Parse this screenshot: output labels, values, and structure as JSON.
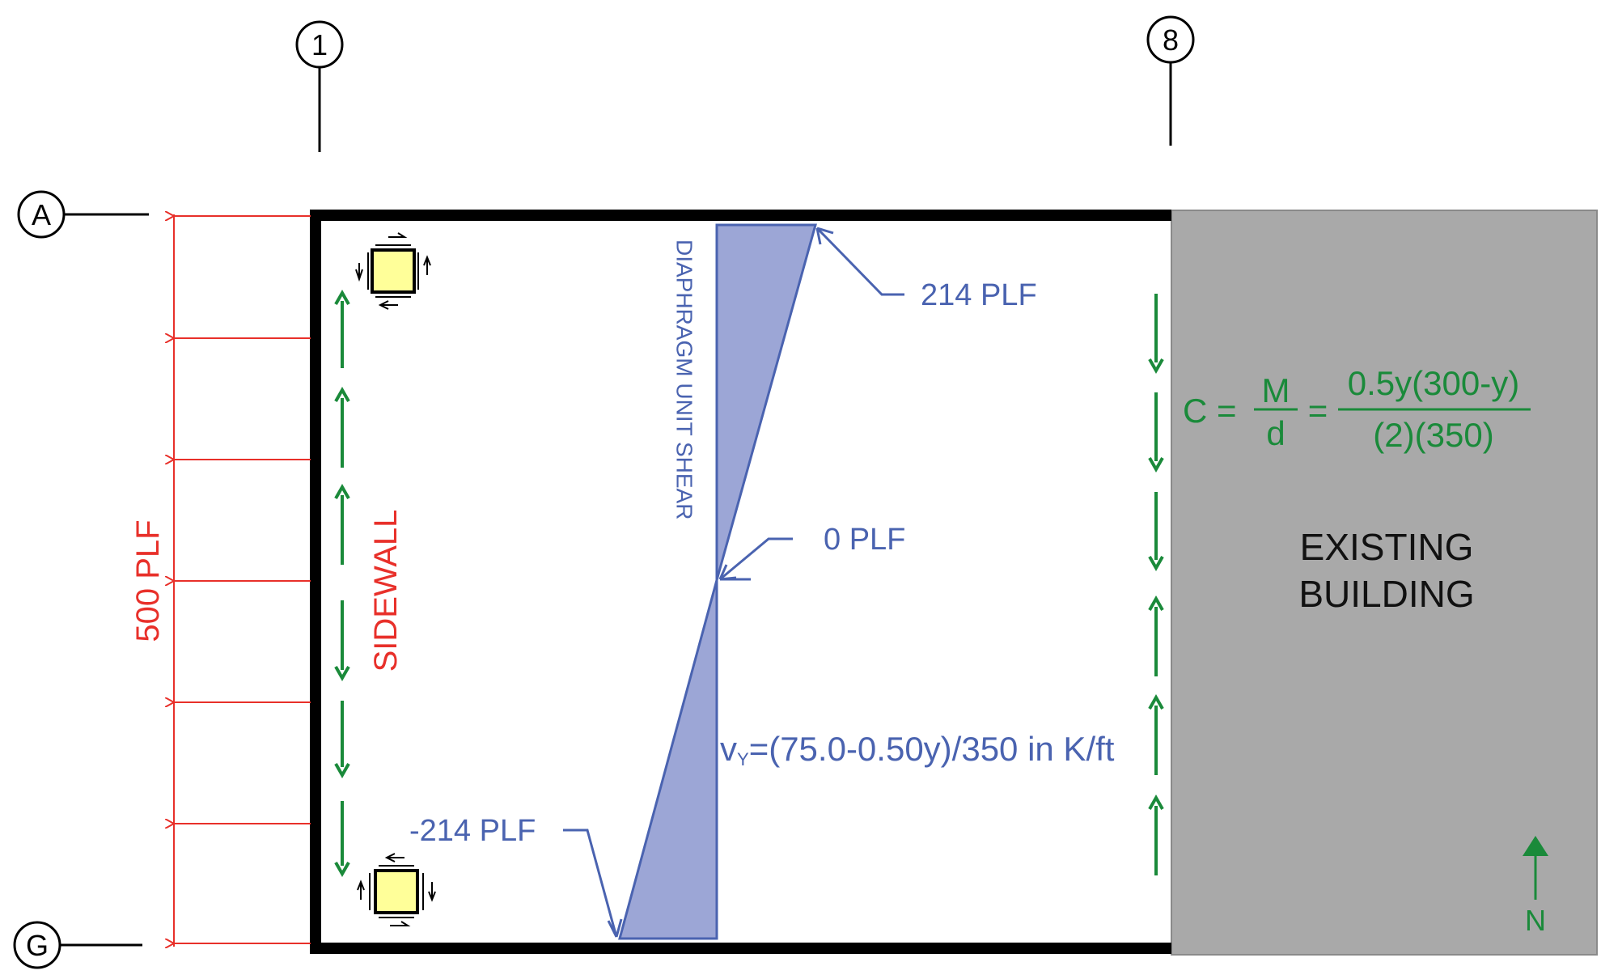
{
  "grid": {
    "col_1": "1",
    "col_8": "8",
    "row_a": "A",
    "row_g": "G"
  },
  "load": {
    "label": "500 PLF",
    "color": "#e8302a"
  },
  "sidewall": {
    "label": "SIDEWALL",
    "color": "#e8302a"
  },
  "shear_diagram": {
    "title": "DIAPHRAGM UNIT SHEAR",
    "top_value": "214 PLF",
    "mid_value": "0 PLF",
    "bottom_value": "-214 PLF",
    "fill_color": "#9ca6d6",
    "stroke_color": "#4a63b0"
  },
  "equation": {
    "v_symbol": "v",
    "v_subscript": "Y",
    "v_rest": "=(75.0-0.50y)/350 in K/ft"
  },
  "chord": {
    "c_prefix": "C =",
    "m": "M",
    "d": "d",
    "equals": "=",
    "numerator": "0.5y(300-y)",
    "denominator": "(2)(350)",
    "color": "#1a8a3a"
  },
  "existing_building": {
    "line1": "EXISTING",
    "line2": "BUILDING",
    "fill_color": "#a9a9a9"
  },
  "north": {
    "label": "N"
  }
}
